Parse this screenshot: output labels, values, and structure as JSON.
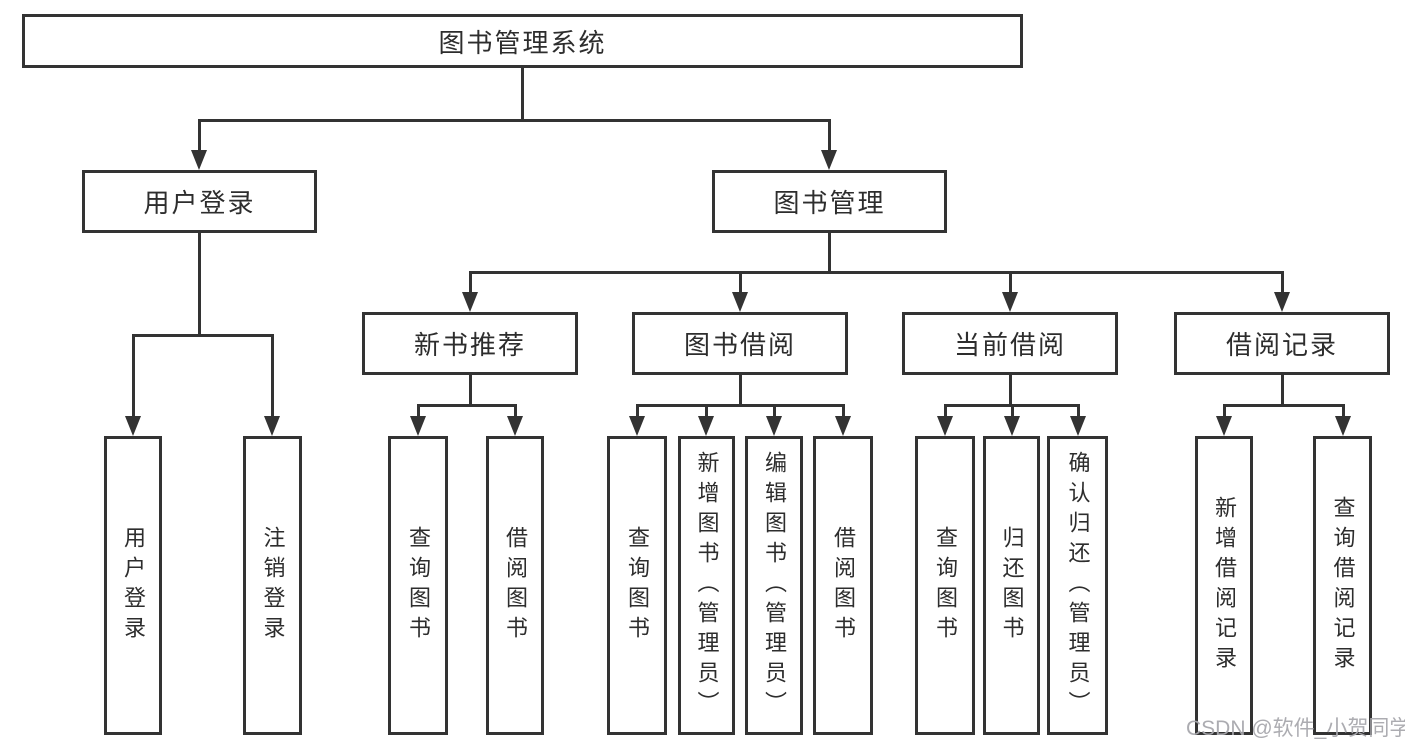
{
  "diagram": {
    "watermark": "CSDN @软件_小贺同学",
    "colors": {
      "background": "#ffffff",
      "line": "#333333",
      "box_border": "#333333",
      "text": "#2d2d2d",
      "watermark": "#a8a8ad"
    },
    "tree": {
      "label": "图书管理系统",
      "children": [
        {
          "label": "用户登录",
          "children": [
            {
              "label": "用户登录"
            },
            {
              "label": "注销登录"
            }
          ]
        },
        {
          "label": "图书管理",
          "children": [
            {
              "label": "新书推荐",
              "children": [
                {
                  "label": "查询图书"
                },
                {
                  "label": "借阅图书"
                }
              ]
            },
            {
              "label": "图书借阅",
              "children": [
                {
                  "label": "查询图书"
                },
                {
                  "label": "新增图书（管理员）"
                },
                {
                  "label": "编辑图书（管理员）"
                },
                {
                  "label": "借阅图书"
                }
              ]
            },
            {
              "label": "当前借阅",
              "children": [
                {
                  "label": "查询图书"
                },
                {
                  "label": "归还图书"
                },
                {
                  "label": "确认归还（管理员）"
                }
              ]
            },
            {
              "label": "借阅记录",
              "children": [
                {
                  "label": "新增借阅记录"
                },
                {
                  "label": "查询借阅记录"
                }
              ]
            }
          ]
        }
      ]
    }
  }
}
